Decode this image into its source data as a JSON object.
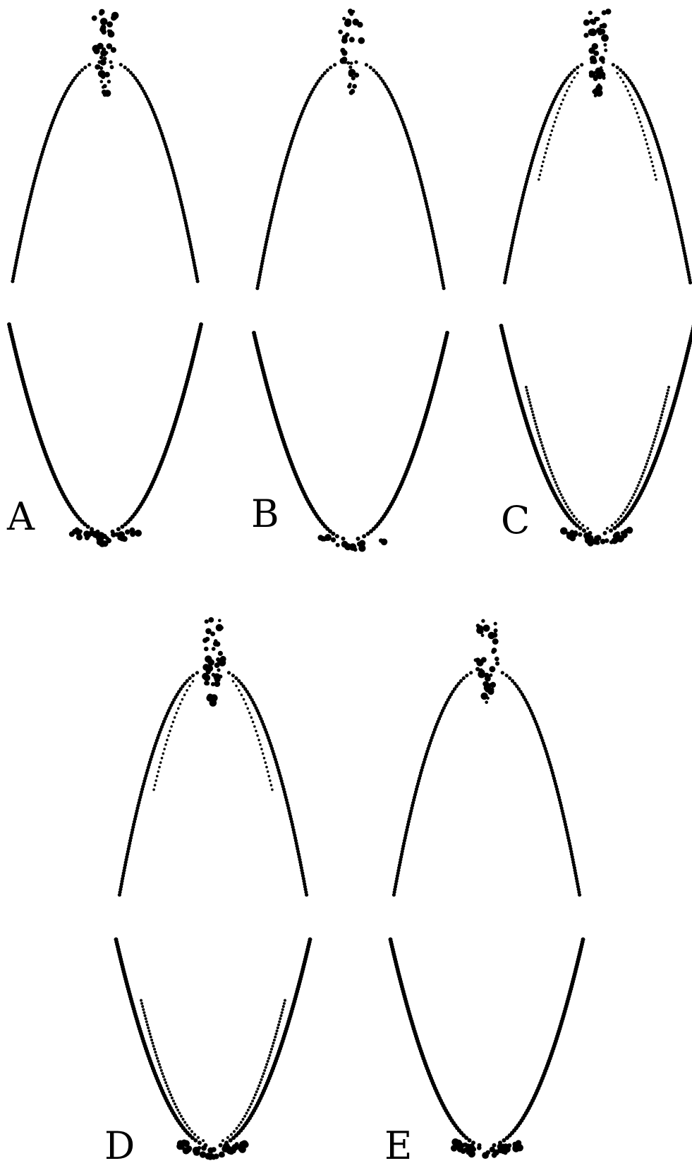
{
  "figure": {
    "dot_color": "#000000",
    "background": "#ffffff",
    "panels": [
      {
        "id": "A",
        "label": "A",
        "variant": "A"
      },
      {
        "id": "B",
        "label": "B",
        "variant": "B"
      },
      {
        "id": "C",
        "label": "C",
        "variant": "C"
      },
      {
        "id": "D",
        "label": "D",
        "variant": "D"
      },
      {
        "id": "E",
        "label": "E",
        "variant": "E"
      }
    ]
  }
}
